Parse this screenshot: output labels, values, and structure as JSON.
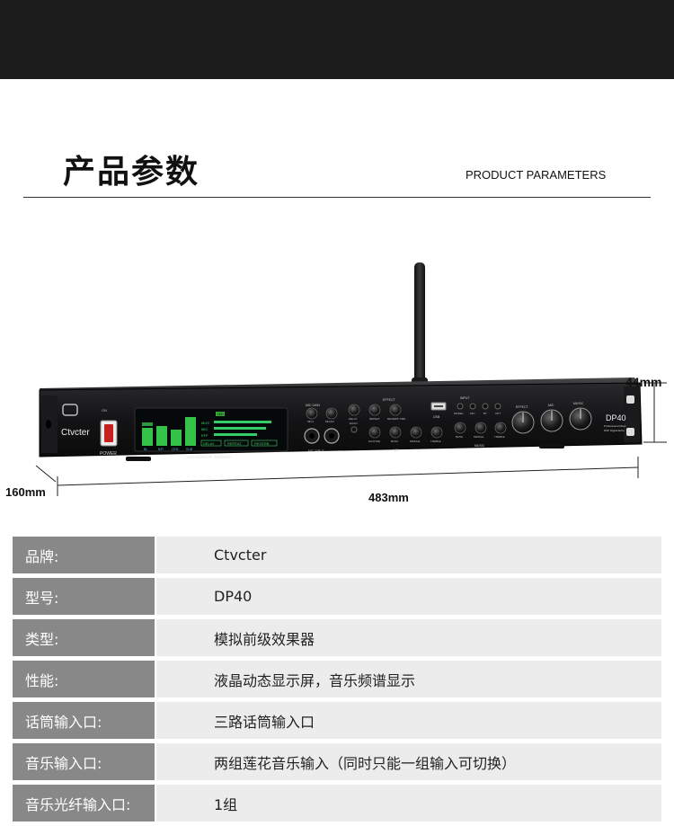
{
  "header": {
    "title_cn": "产品参数",
    "title_en": "PRODUCT PARAMETERS"
  },
  "device": {
    "brand_logo": "Ctvcter",
    "power_label": "POWER",
    "power_switch_marks": "I O",
    "on_label": "ON",
    "display_caption": "LED DISPLAY SCREEN",
    "display_tags": [
      "DELAY",
      "REPEAT",
      "REVERB"
    ],
    "display_bar_labels": [
      "BL",
      "B/R",
      "CEN",
      "SUB"
    ],
    "display_mode_labels": [
      "MUS",
      "MIC",
      "EFF"
    ],
    "display_top_tag": "LED",
    "mic_gain_label": "MIC GAIN",
    "mic_input_label": "MIC INPUT",
    "mic_knob_labels": [
      "MIC1",
      "MIC2/3",
      "MIC3"
    ],
    "effect_label": "EFFECT",
    "effect_knob_labels": [
      "DELAY",
      "REPEAT",
      "REVERB TIME",
      "ECHO"
    ],
    "mic_eq_label": "MIC",
    "mic_eq_knob_labels": [
      "EXCITER",
      "BASS",
      "MIDDLE",
      "TREBLE"
    ],
    "usb_label": "USB",
    "input_label": "INPUT",
    "input_button_labels": [
      "MODEL",
      "MIC",
      "BT",
      "OPT"
    ],
    "music_label": "MUSIC",
    "music_knob_labels": [
      "BASS",
      "MIDDLE",
      "TREBLE"
    ],
    "big_knob_labels": [
      "EFFECT",
      "MIC",
      "MUSIC"
    ],
    "model_badge": "DP40",
    "model_sub_1": "Professional Mixer",
    "model_sub_2": "DSP Digital Echo",
    "dimension_height": "44mm",
    "dimension_depth": "160mm",
    "dimension_width": "483mm"
  },
  "specs": [
    {
      "label": "品牌:",
      "value": "Ctvcter"
    },
    {
      "label": "型号:",
      "value": "DP40"
    },
    {
      "label": "类型:",
      "value": "模拟前级效果器"
    },
    {
      "label": "性能:",
      "value": "液晶动态显示屏，音乐频谱显示"
    },
    {
      "label": "话筒输入口:",
      "value": "三路话筒输入口"
    },
    {
      "label": "音乐输入口:",
      "value": "两组莲花音乐输入（同时只能一组输入可切换）"
    },
    {
      "label": "音乐光纤输入口:",
      "value": "1组"
    }
  ]
}
